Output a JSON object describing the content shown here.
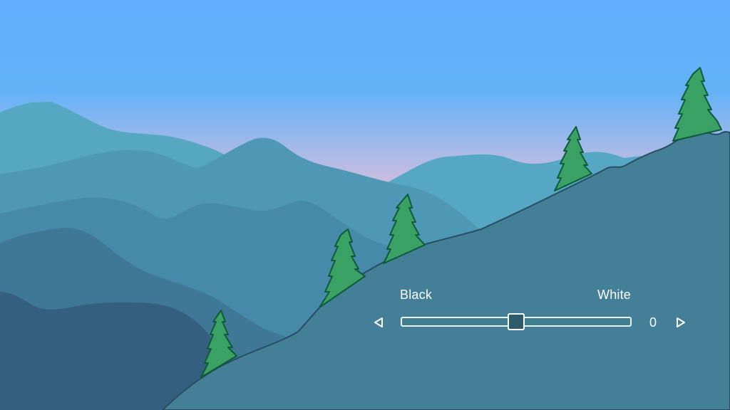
{
  "slider": {
    "min_label": "Black",
    "max_label": "White",
    "value_display": "0",
    "position_fraction": 0.5
  },
  "icons": {
    "left": "triangle-left-icon",
    "right": "triangle-right-icon"
  },
  "colors": {
    "sky_top": "#62aefc",
    "sky_bottom": "#d7b8d6",
    "tree_fill": "#3aa165",
    "tree_outline": "#0e5a3a",
    "foreground_hill": "#437f96",
    "ui_text": "#ffffff"
  }
}
